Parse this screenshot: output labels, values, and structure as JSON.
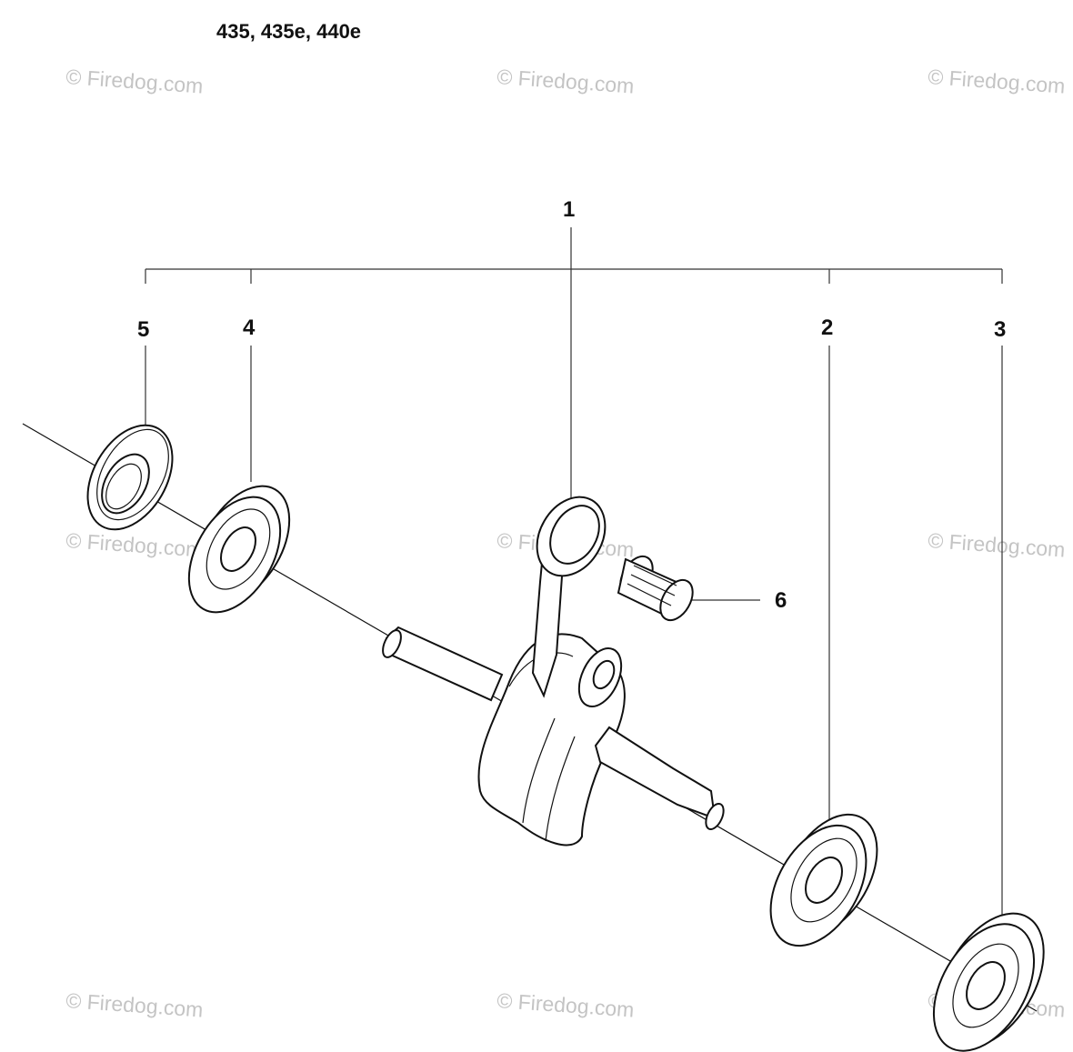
{
  "title": "435, 435e, 440e",
  "watermark": "© Firedog.com",
  "callouts": {
    "c1": "1",
    "c2": "2",
    "c3": "3",
    "c4": "4",
    "c5": "5",
    "c6": "6"
  }
}
